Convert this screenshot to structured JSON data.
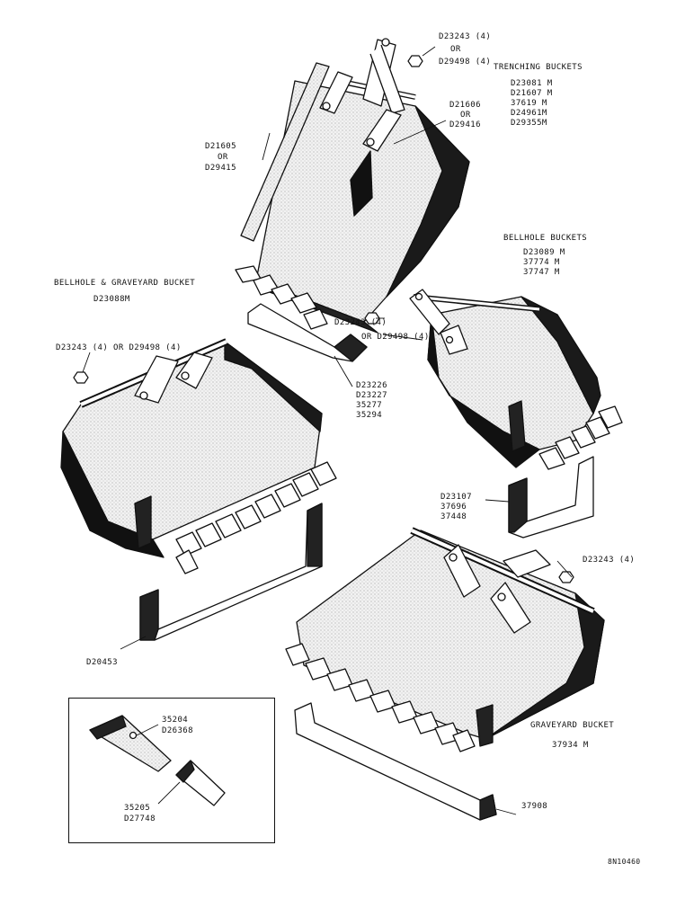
{
  "groups": {
    "trenching": {
      "heading": "TRENCHING BUCKETS",
      "parts": [
        "D23081 M",
        "D21607 M",
        "37619 M",
        "D24961M",
        "D29355M"
      ]
    },
    "bellhole": {
      "heading": "BELLHOLE BUCKETS",
      "parts": [
        "D23089 M",
        "37774 M",
        "37747 M"
      ]
    },
    "bellhole_graveyard": {
      "heading": "BELLHOLE & GRAVEYARD BUCKET",
      "part": "D23088M"
    },
    "graveyard": {
      "heading": "GRAVEYARD BUCKET",
      "part": "37934 M"
    }
  },
  "callouts": {
    "top_pin": [
      "D23243 (4)",
      "OR",
      "D29498 (4)"
    ],
    "side_left": [
      "D21605",
      "OR",
      "D29415"
    ],
    "side_right": [
      "D21606",
      "OR",
      "D29416"
    ],
    "mid_pin_line1": "D23243 (4)",
    "mid_pin_line2": "OR D29498 (4)",
    "left_pin": "D23243 (4) OR D29498 (4)",
    "cutter_a": [
      "D23226",
      "D23227",
      "35277",
      "35294"
    ],
    "cutter_b": [
      "D23107",
      "37696",
      "37448"
    ],
    "graveyard_pin": "D23243 (4)",
    "cutter_left": "D20453",
    "cutter_graveyard": "37908",
    "tooth_a": [
      "35204",
      "D26368"
    ],
    "tooth_b": [
      "35205",
      "D27748"
    ]
  },
  "drawing_id": "8N10460"
}
